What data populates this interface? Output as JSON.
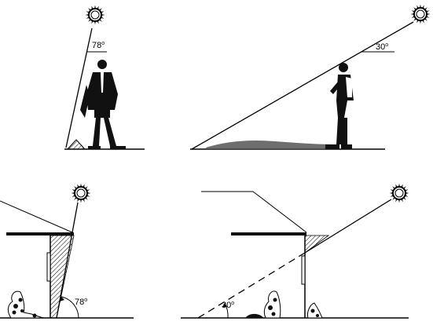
{
  "panels": [
    {
      "id": "top-left",
      "angle_label": "78",
      "degree_symbol": "o"
    },
    {
      "id": "top-right",
      "angle_label": "30",
      "degree_symbol": "o"
    },
    {
      "id": "bottom-left",
      "angle_label": "78",
      "degree_symbol": "o"
    },
    {
      "id": "bottom-right",
      "angle_label": "30",
      "degree_symbol": "o"
    }
  ],
  "icons": [
    "sun-icon",
    "man-figure-icon",
    "shrub-icon",
    "building-wall-icon",
    "roof-overhang-icon"
  ],
  "colors": {
    "ink": "#000000",
    "background": "#ffffff",
    "shadow": "#555555"
  }
}
